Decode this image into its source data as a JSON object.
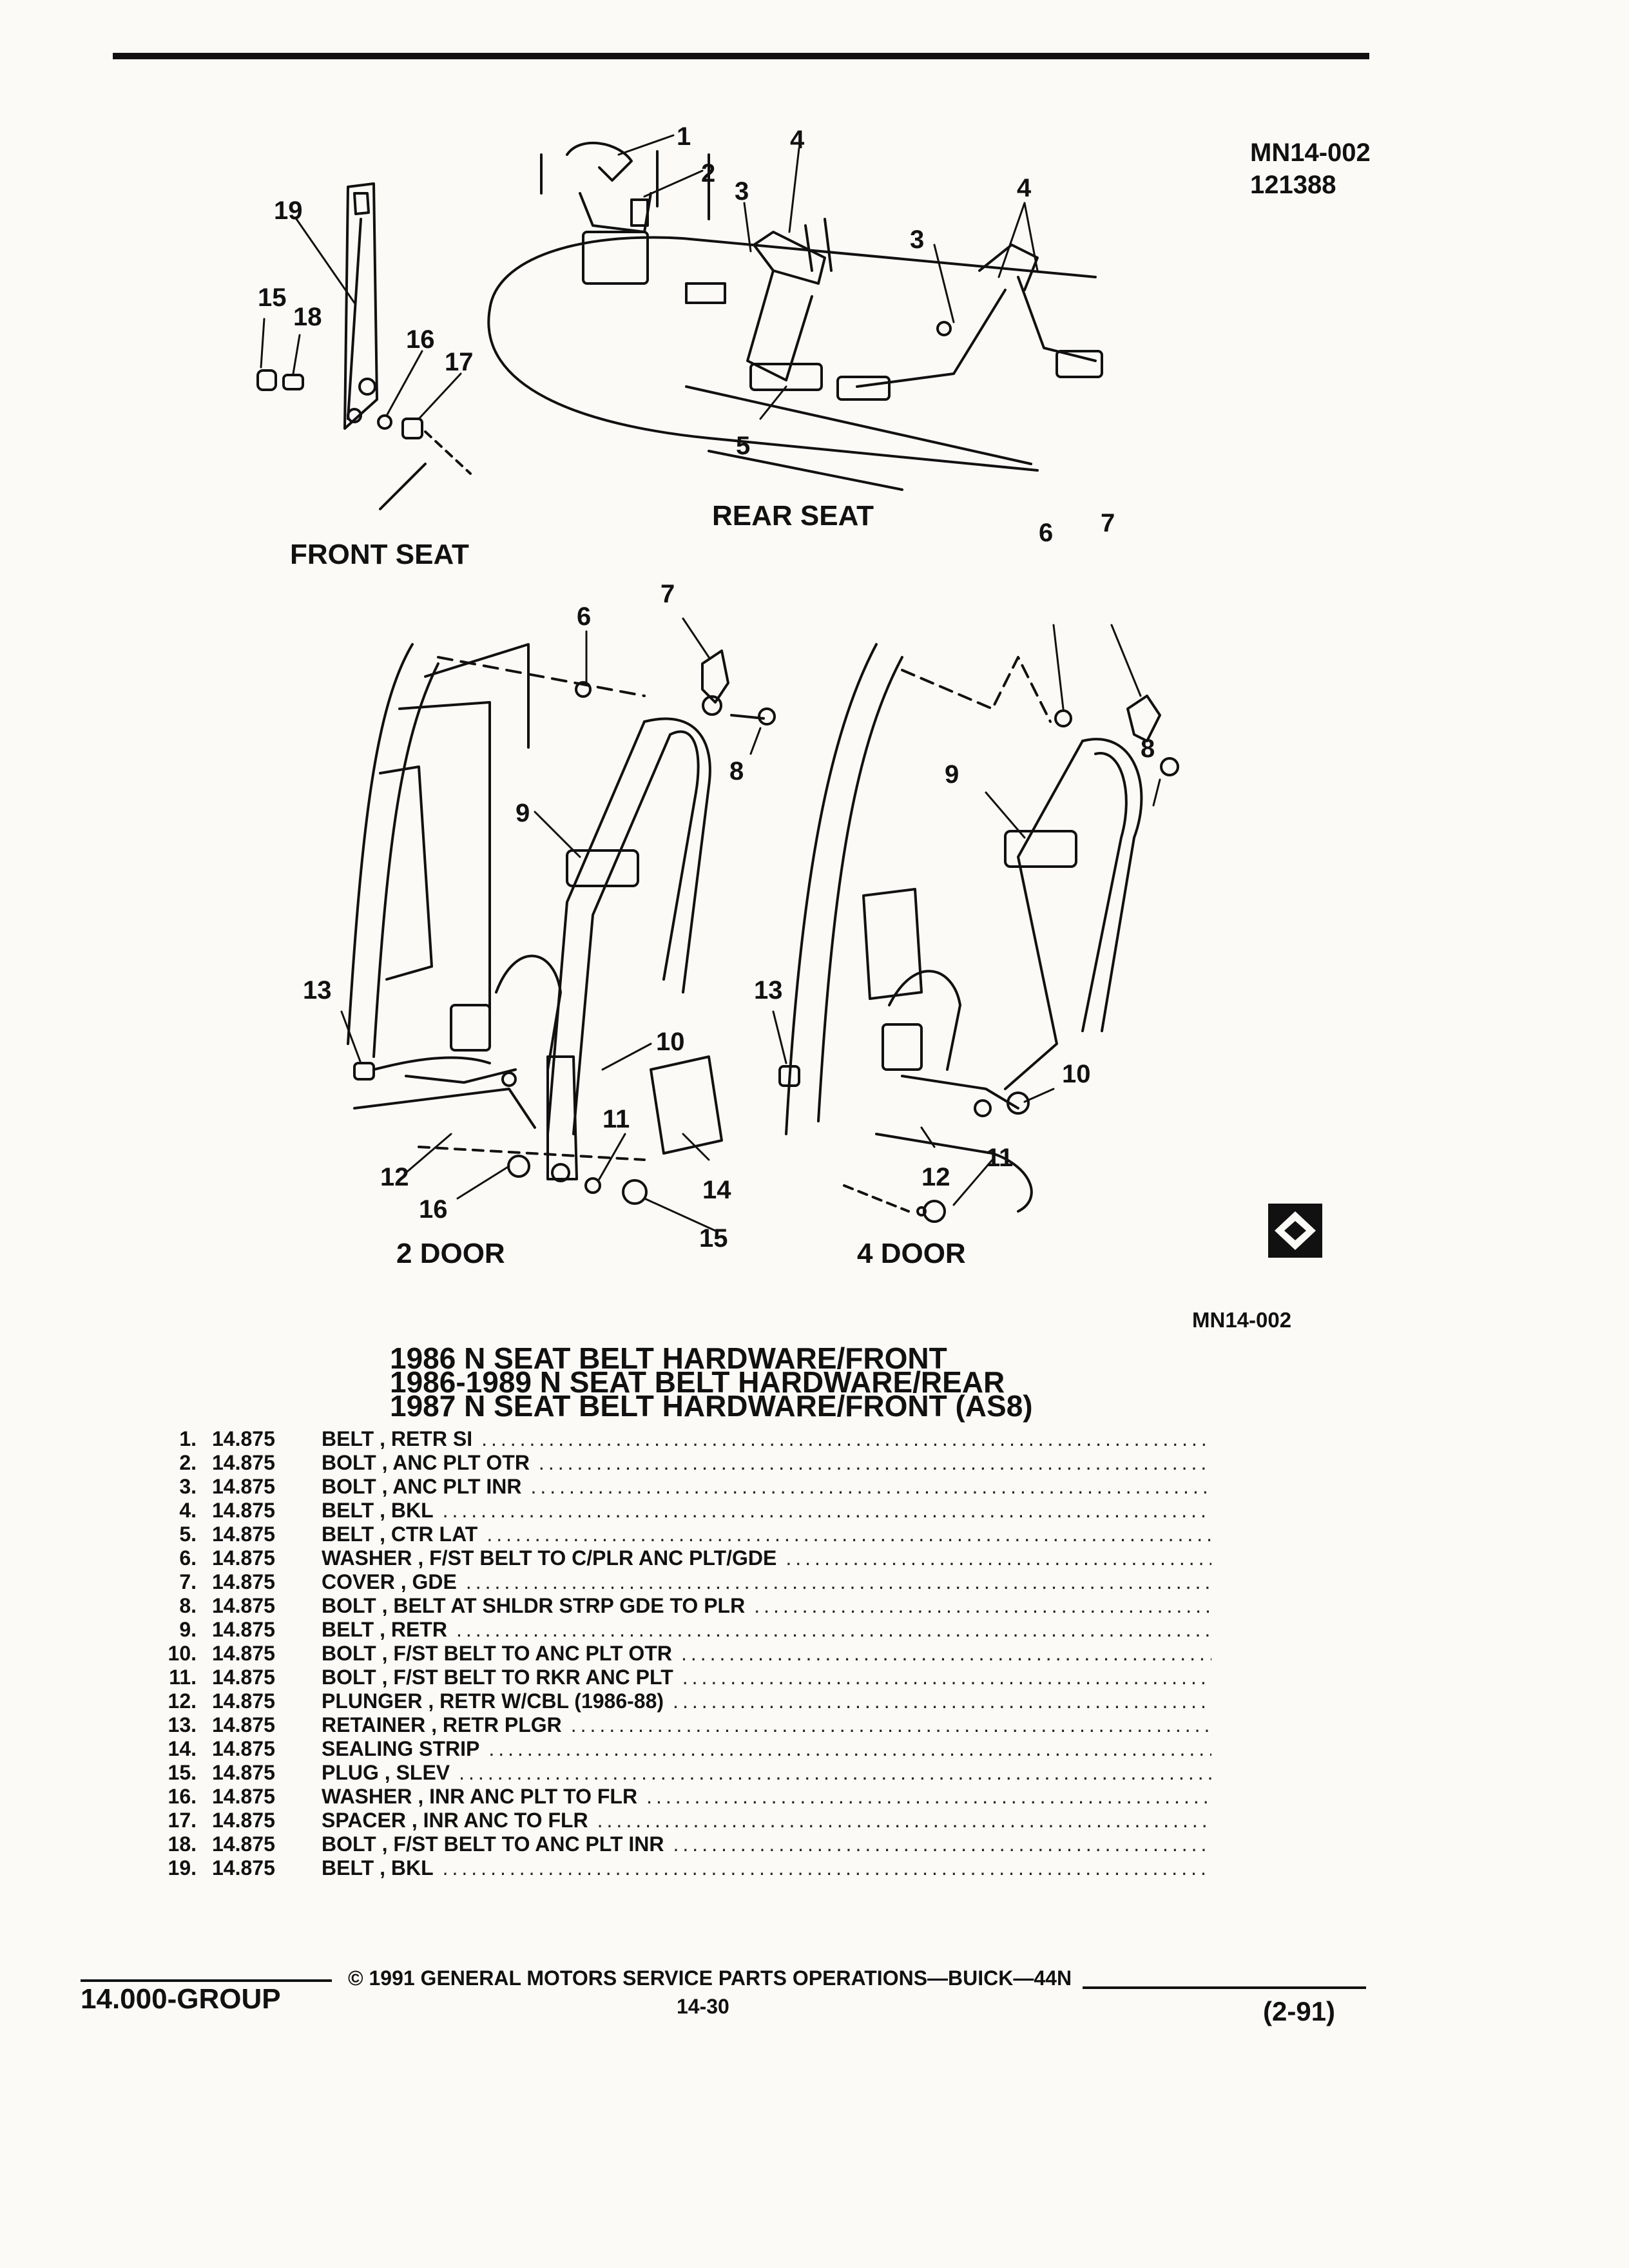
{
  "header": {
    "code1": "MN14-002",
    "code2": "121388"
  },
  "figure": {
    "callouts": [
      "1",
      "2",
      "3",
      "4",
      "3",
      "4",
      "5",
      "19",
      "15",
      "18",
      "16",
      "17",
      "6",
      "7",
      "8",
      "9",
      "13",
      "10",
      "11",
      "12",
      "16",
      "14",
      "15",
      "6",
      "7",
      "8",
      "9",
      "13",
      "10",
      "12",
      "11"
    ],
    "labels": {
      "front_seat": "FRONT SEAT",
      "rear_seat": "REAR SEAT",
      "two_door": "2 DOOR",
      "four_door": "4 DOOR"
    },
    "ref": "MN14-002"
  },
  "titles": [
    "1986 N SEAT BELT HARDWARE/FRONT",
    "1986-1989 N SEAT BELT HARDWARE/REAR",
    "1987 N SEAT BELT HARDWARE/FRONT (AS8)"
  ],
  "parts": [
    {
      "num": "1.",
      "code": "14.875",
      "name": "BELT , RETR SI"
    },
    {
      "num": "2.",
      "code": "14.875",
      "name": "BOLT , ANC PLT OTR"
    },
    {
      "num": "3.",
      "code": "14.875",
      "name": "BOLT , ANC PLT INR"
    },
    {
      "num": "4.",
      "code": "14.875",
      "name": "BELT , BKL"
    },
    {
      "num": "5.",
      "code": "14.875",
      "name": "BELT , CTR LAT"
    },
    {
      "num": "6.",
      "code": "14.875",
      "name": "WASHER , F/ST BELT TO C/PLR ANC PLT/GDE"
    },
    {
      "num": "7.",
      "code": "14.875",
      "name": "COVER , GDE"
    },
    {
      "num": "8.",
      "code": "14.875",
      "name": "BOLT , BELT AT SHLDR STRP GDE TO PLR"
    },
    {
      "num": "9.",
      "code": "14.875",
      "name": "BELT , RETR"
    },
    {
      "num": "10.",
      "code": "14.875",
      "name": "BOLT , F/ST BELT TO ANC PLT OTR"
    },
    {
      "num": "11.",
      "code": "14.875",
      "name": "BOLT , F/ST BELT TO RKR ANC PLT"
    },
    {
      "num": "12.",
      "code": "14.875",
      "name": "PLUNGER , RETR W/CBL (1986-88)"
    },
    {
      "num": "13.",
      "code": "14.875",
      "name": "RETAINER , RETR PLGR"
    },
    {
      "num": "14.",
      "code": "14.875",
      "name": "SEALING STRIP"
    },
    {
      "num": "15.",
      "code": "14.875",
      "name": "PLUG , SLEV"
    },
    {
      "num": "16.",
      "code": "14.875",
      "name": "WASHER , INR ANC PLT TO FLR"
    },
    {
      "num": "17.",
      "code": "14.875",
      "name": "SPACER , INR ANC TO FLR"
    },
    {
      "num": "18.",
      "code": "14.875",
      "name": "BOLT , F/ST BELT TO ANC PLT INR"
    },
    {
      "num": "19.",
      "code": "14.875",
      "name": "BELT , BKL"
    }
  ],
  "footer": {
    "group": "14.000-GROUP",
    "copyright": "© 1991 GENERAL MOTORS SERVICE PARTS OPERATIONS—BUICK—44N",
    "page": "14-30",
    "date": "(2-91)"
  }
}
